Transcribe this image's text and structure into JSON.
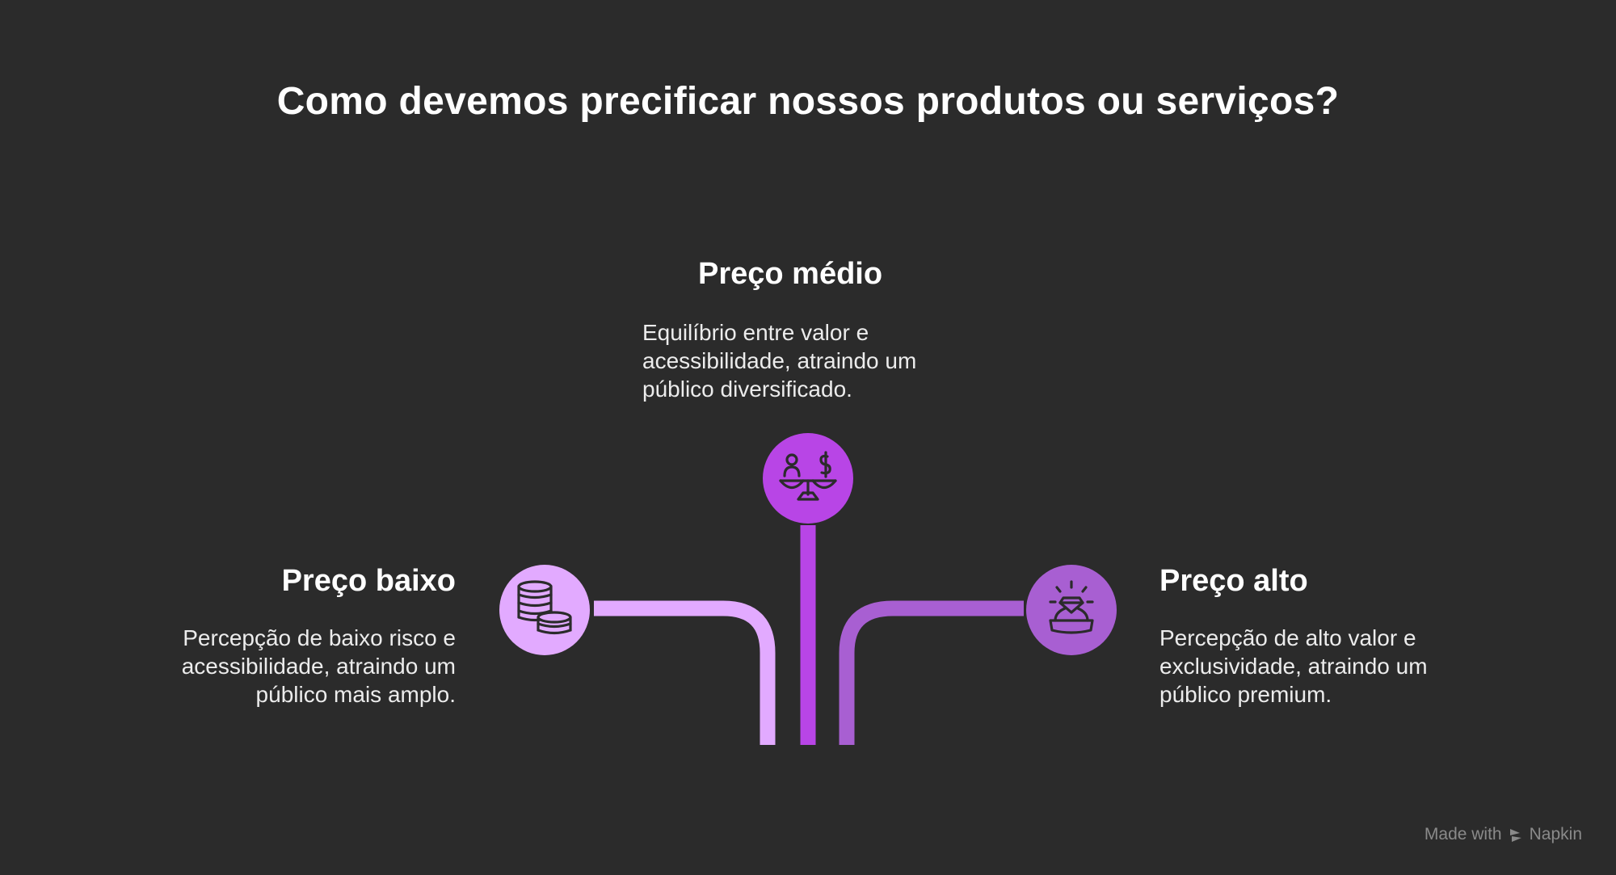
{
  "title": "Como devemos precificar nossos produtos ou serviços?",
  "colors": {
    "background": "#2b2b2b",
    "low": "#e2aaff",
    "medium": "#b845e6",
    "high": "#a85fd2"
  },
  "options": [
    {
      "heading": "Preço baixo",
      "description_lines": [
        "Percepção de baixo risco e",
        "acessibilidade, atraindo um",
        "público mais amplo."
      ],
      "icon": "coins-stack-icon"
    },
    {
      "heading": "Preço médio",
      "description_lines": [
        "Equilíbrio entre valor e",
        "acessibilidade, atraindo um",
        "público diversificado."
      ],
      "icon": "balance-scale-person-dollar-icon"
    },
    {
      "heading": "Preço alto",
      "description_lines": [
        "Percepção de alto valor e",
        "exclusividade, atraindo um",
        "público premium."
      ],
      "icon": "diamond-ring-icon"
    }
  ],
  "footer": {
    "made_with": "Made with",
    "brand": "Napkin"
  }
}
